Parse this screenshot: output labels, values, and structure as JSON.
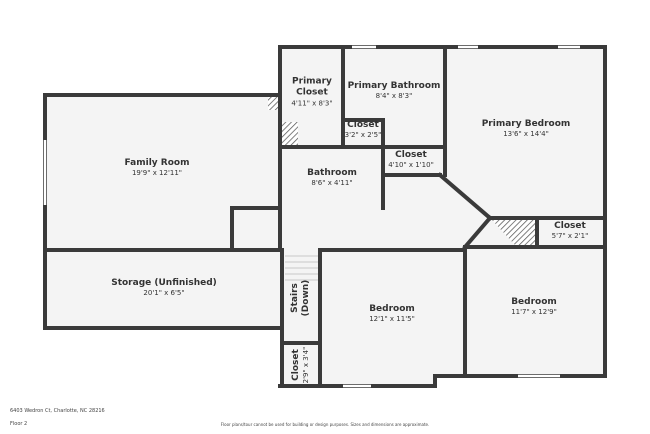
{
  "colors": {
    "wall": "#3a3a3a",
    "floor": "#f4f4f4",
    "hatch": "#555555"
  },
  "rooms": [
    {
      "name": "Family Room",
      "dims": "19'9\" x 12'11\""
    },
    {
      "name": "Storage (Unfinished)",
      "dims": "20'1\" x 6'5\""
    },
    {
      "name": "Primary Closet",
      "dims": "4'11\" x 8'3\""
    },
    {
      "name": "Primary Bathroom",
      "dims": "8'4\" x 8'3\""
    },
    {
      "name": "Closet",
      "dims": "3'2\" x 2'5\""
    },
    {
      "name": "Bathroom",
      "dims": "8'6\" x 4'11\""
    },
    {
      "name": "Closet",
      "dims": "4'10\" x 1'10\""
    },
    {
      "name": "Primary Bedroom",
      "dims": "13'6\" x 14'4\""
    },
    {
      "name": "Closet",
      "dims": "5'7\" x 2'1\""
    },
    {
      "name": "Bedroom",
      "dims": "12'1\" x 11'5\""
    },
    {
      "name": "Bedroom",
      "dims": "11'7\" x 12'9\""
    },
    {
      "name": "Stairs (Down)",
      "dims": ""
    },
    {
      "name": "Closet",
      "dims": "2'9\" x 3'4\""
    }
  ],
  "footer": {
    "address": "6403 Wedron Ct, Charlotte, NC 28216",
    "floor": "Floor 2",
    "disclaimer": "Floor plans/tour cannot be used for building or design purposes. Sizes and dimensions are approximate."
  }
}
